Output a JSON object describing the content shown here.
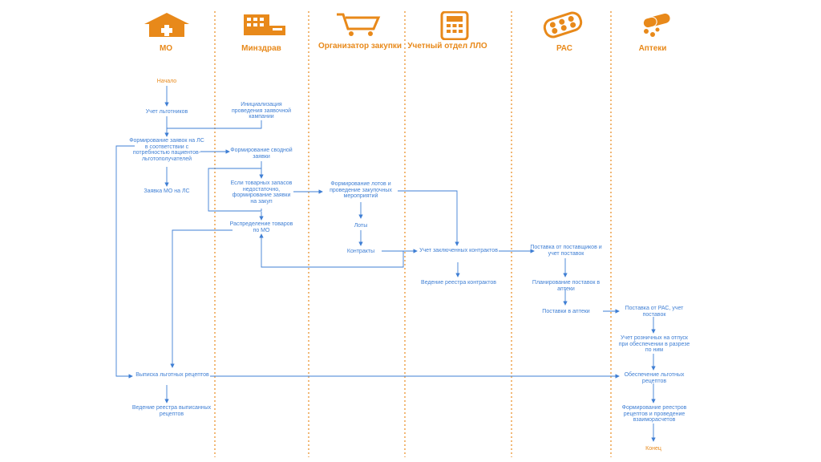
{
  "lanes": [
    {
      "title": "МО",
      "icon": "hospital-icon"
    },
    {
      "title": "Минздрав",
      "icon": "building-icon"
    },
    {
      "title": "Организатор закупки",
      "icon": "shopping-cart-icon"
    },
    {
      "title": "Учетный отдел ЛЛО",
      "icon": "calculator-icon"
    },
    {
      "title": "РАС",
      "icon": "pills-blister-icon"
    },
    {
      "title": "Аптеки",
      "icon": "capsule-pills-icon"
    }
  ],
  "nodes": {
    "start": "Начало",
    "beneficiaries": "Учет льготников",
    "init_request": "Инициализация проведения заявочной кампании",
    "form_requests": "Формирование заявок на ЛС в соответствии с потребностью пациентов-льготополучателей",
    "summary_request": "Формирование сводной заявки",
    "mo_request": "Заявка МО на ЛС",
    "if_insufficient": "Если товарных запасов недостаточно, формирование заявки на закуп",
    "form_lots": "Формирование лотов и проведение закупочных мероприятий",
    "distribution": "Распределение товаров по МО",
    "lots": "Лоты",
    "contracts": "Контракты",
    "contracts_account": "Учет заключенных контрактов",
    "supply_account": "Поставка от поставщиков и учет поставок",
    "registry_contracts": "Ведение реестра контрактов",
    "plan_supply": "Планирование поставок в аптеки",
    "supply_pharmacies": "Поставки в аптеки",
    "supply_from_ras": "Поставка от РАС, учет поставок",
    "balance_account": "Учет розничных на отпуск при обеспечении в разрезе по ним",
    "prescriptions": "Выписка льготных рецептов",
    "provision": "Обеспечение льготных рецептов",
    "registry_prescriptions": "Ведение реестра выписанных рецептов",
    "form_registers": "Формирование реестров рецептов и проведение взаиморасчетов",
    "end": "Конец"
  },
  "colors": {
    "accent": "#e8891a",
    "flow": "#3f7fd4"
  }
}
